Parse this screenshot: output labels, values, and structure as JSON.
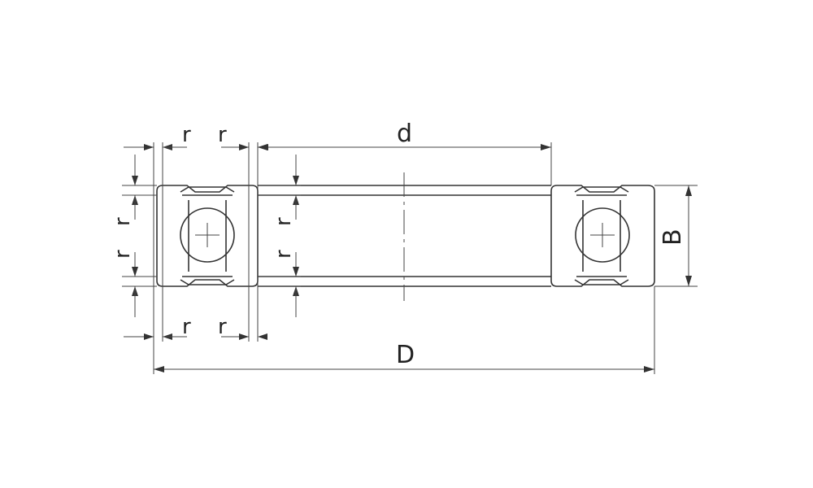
{
  "diagram": {
    "labels": {
      "d": "d",
      "D": "D",
      "B": "B",
      "r": "r"
    },
    "colors": {
      "line": "#333333",
      "background": "#ffffff"
    }
  }
}
